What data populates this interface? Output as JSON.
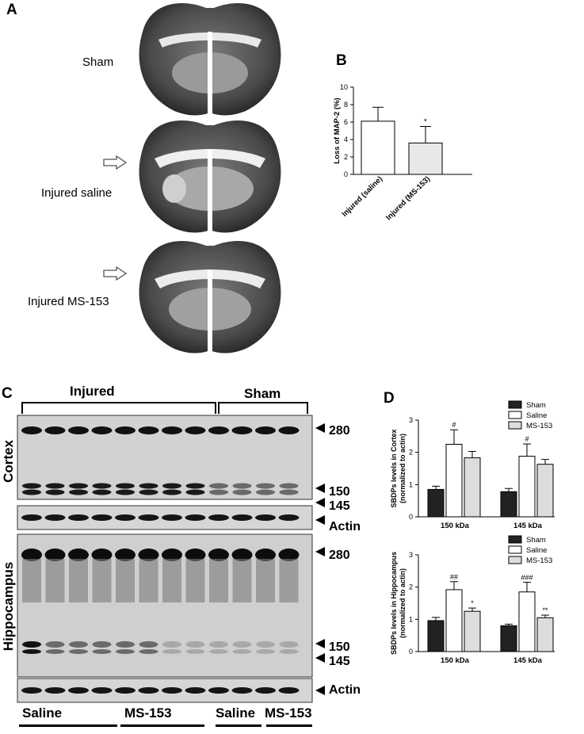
{
  "panels": {
    "a": "A",
    "b": "B",
    "c": "C",
    "d": "D"
  },
  "brain_labels": {
    "sham": "Sham",
    "injured_saline": "Injured saline",
    "injured_ms153": "Injured MS-153"
  },
  "blot": {
    "injured_label": "Injured",
    "sham_label": "Sham",
    "cortex_label": "Cortex",
    "hippocampus_label": "Hippocampus",
    "markers": {
      "m280": "280",
      "m150": "150",
      "m145": "145",
      "actin": "Actin"
    },
    "bottom_labels": [
      "Saline",
      "MS-153",
      "Saline",
      "MS-153"
    ]
  },
  "chart_data": [
    {
      "type": "bar",
      "panel": "B",
      "categories": [
        "Injured (saline)",
        "Injured (MS-153)"
      ],
      "values": [
        6.1,
        3.6
      ],
      "errors": [
        1.6,
        1.9
      ],
      "annotations": [
        "",
        "*"
      ],
      "ylabel": "Loss of MAP-2 (%)",
      "ylim": [
        0,
        10
      ],
      "yticks": [
        "0",
        "2",
        "4",
        "6",
        "8",
        "10"
      ],
      "colors": [
        "#ffffff",
        "#e8e8e8"
      ]
    },
    {
      "type": "bar",
      "panel": "D-cortex",
      "categories": [
        "150 kDa",
        "145 kDa"
      ],
      "series": [
        {
          "name": "Sham",
          "values": [
            0.85,
            0.78
          ],
          "errors": [
            0.1,
            0.1
          ],
          "color": "#222222",
          "annotations": [
            "",
            ""
          ]
        },
        {
          "name": "Saline",
          "values": [
            2.25,
            1.88
          ],
          "errors": [
            0.45,
            0.38
          ],
          "color": "#ffffff",
          "annotations": [
            "#",
            "#"
          ]
        },
        {
          "name": "MS-153",
          "values": [
            1.83,
            1.63
          ],
          "errors": [
            0.2,
            0.15
          ],
          "color": "#dddddd",
          "annotations": [
            "",
            ""
          ]
        }
      ],
      "ylabel_lines": [
        "SBDPs levels in Cortex",
        "(normalized to actin)"
      ],
      "ylim": [
        0,
        3
      ],
      "yticks": [
        "0",
        "1",
        "2",
        "3"
      ],
      "legend": "top-right"
    },
    {
      "type": "bar",
      "panel": "D-hippocampus",
      "categories": [
        "150 kDa",
        "145 kDa"
      ],
      "series": [
        {
          "name": "Sham",
          "values": [
            0.96,
            0.8
          ],
          "errors": [
            0.1,
            0.05
          ],
          "color": "#222222",
          "annotations": [
            "",
            ""
          ]
        },
        {
          "name": "Saline",
          "values": [
            1.92,
            1.85
          ],
          "errors": [
            0.25,
            0.3
          ],
          "color": "#ffffff",
          "annotations": [
            "##",
            "###"
          ]
        },
        {
          "name": "MS-153",
          "values": [
            1.25,
            1.05
          ],
          "errors": [
            0.1,
            0.08
          ],
          "color": "#dddddd",
          "annotations": [
            "*",
            "**"
          ]
        }
      ],
      "ylabel_lines": [
        "SBDPs levels in Hippocampus",
        "(normalized to actin)"
      ],
      "ylim": [
        0,
        3
      ],
      "yticks": [
        "0",
        "1",
        "2",
        "3"
      ],
      "legend": "top-right"
    }
  ]
}
